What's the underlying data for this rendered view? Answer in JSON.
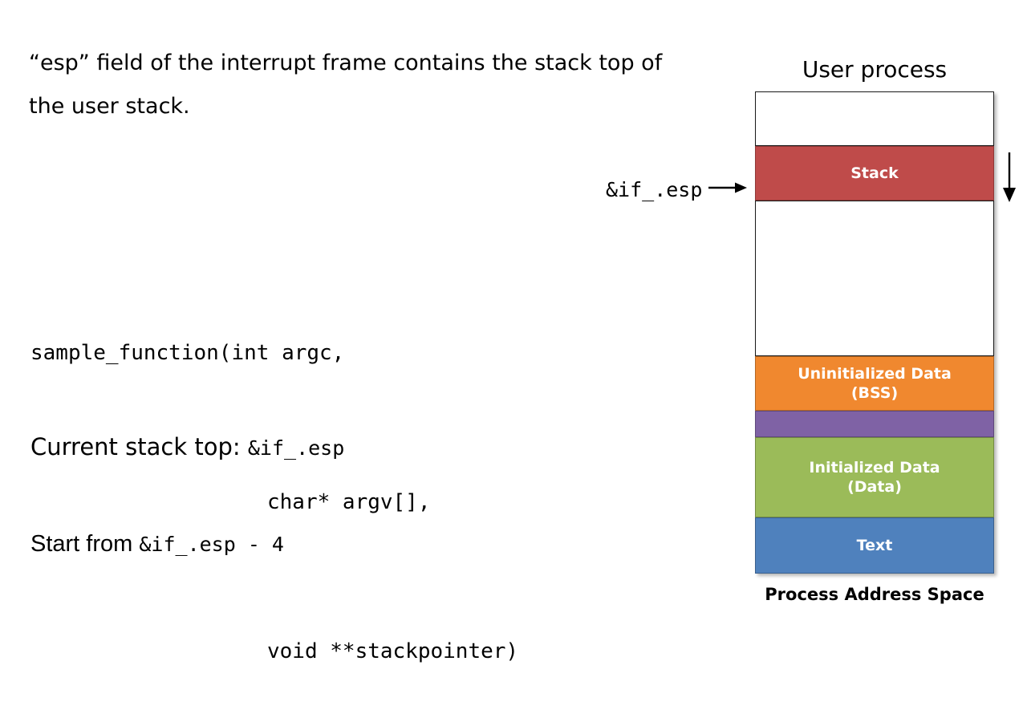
{
  "body_text": {
    "line1": "“esp” field of the interrupt frame contains the stack top of",
    "line2": "the user stack."
  },
  "code": {
    "line1": "sample_function(int argc,",
    "line2": "char* argv[],",
    "line3": "void **stackpointer)"
  },
  "statements": {
    "current_stack_top_label": "Current stack top: ",
    "current_stack_top_value": "&if_.esp",
    "start_from_label": "Start from ",
    "start_from_value": "&if_.esp - 4"
  },
  "diagram": {
    "title": "User process",
    "caption": "Process Address Space",
    "pointer_label": "&if_.esp",
    "blocks": [
      {
        "label": "",
        "sublabel": "",
        "color": "#ffffff",
        "height": 68,
        "kind": "empty"
      },
      {
        "label": "Stack",
        "sublabel": "",
        "color": "#bf4b4a",
        "height": 68,
        "kind": "colored"
      },
      {
        "label": "",
        "sublabel": "",
        "color": "#ffffff",
        "height": 194,
        "kind": "empty"
      },
      {
        "label": "Uninitialized Data",
        "sublabel": "(BSS)",
        "color": "#f0882f",
        "height": 68,
        "kind": "colored"
      },
      {
        "label": "",
        "sublabel": "",
        "color": "#7f62a5",
        "height": 33,
        "kind": "colored"
      },
      {
        "label": "Initialized Data",
        "sublabel": "(Data)",
        "color": "#9bbb59",
        "height": 100,
        "kind": "colored"
      },
      {
        "label": "Text",
        "sublabel": "",
        "color": "#4f81bd",
        "height": 70,
        "kind": "colored"
      }
    ]
  },
  "icons": {
    "pointer_arrow": "arrow-right-icon",
    "growth_arrow": "arrow-down-icon"
  }
}
